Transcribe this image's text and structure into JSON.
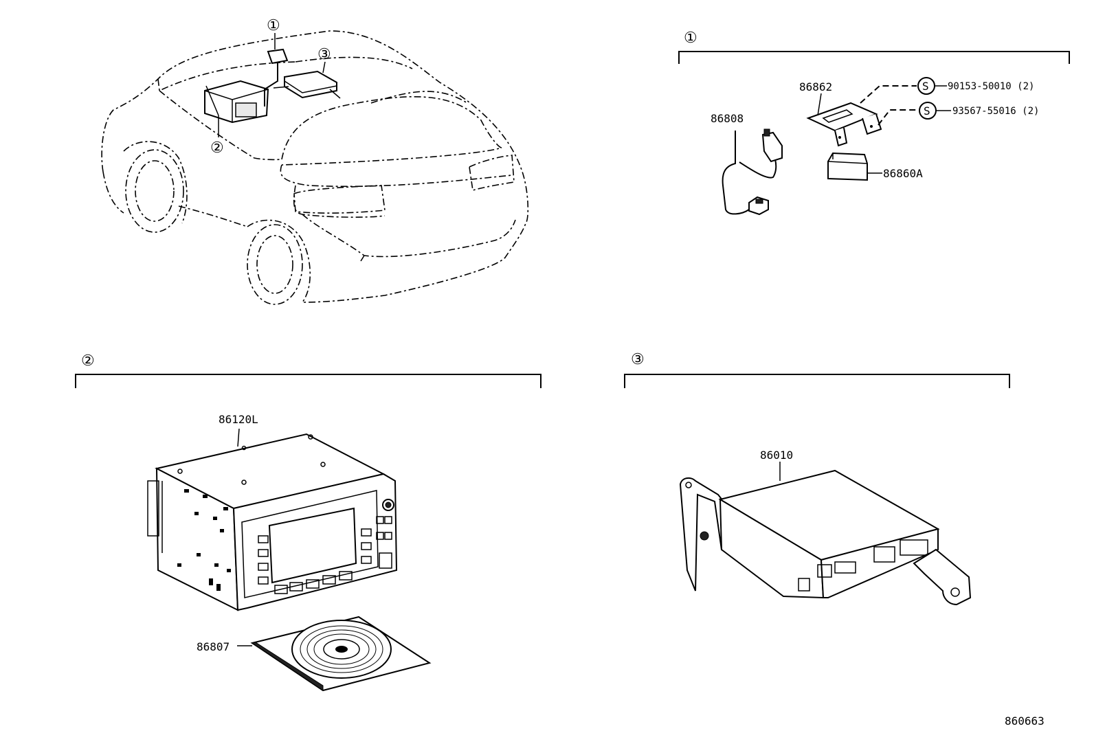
{
  "callouts": {
    "c1": "①",
    "c2": "②",
    "c3": "③"
  },
  "part_numbers": {
    "antenna_cord": "86808",
    "bracket": "86862",
    "screw_1": "90153-50010 (2)",
    "screw_2": "93567-55016 (2)",
    "antenna": "86860A",
    "nav_receiver": "86120L",
    "map_disc": "86807",
    "nav_computer": "86010"
  },
  "symbols": {
    "screw_mark": "S"
  },
  "diagram_id": "860663"
}
